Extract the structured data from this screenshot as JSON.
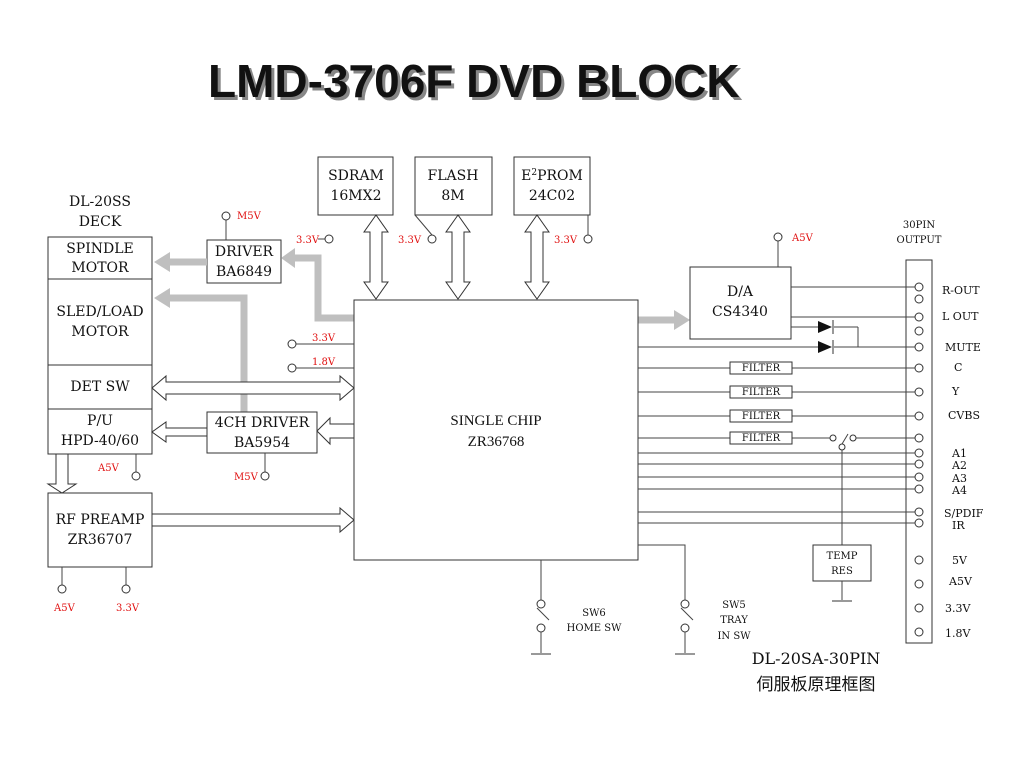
{
  "title": "LMD-3706F DVD BLOCK",
  "memory": {
    "sdram": [
      "SDRAM",
      "16MX2"
    ],
    "flash": [
      "FLASH",
      "8M"
    ],
    "eeprom_e": "E",
    "eeprom_sup": "2",
    "eeprom_rest": "PROM",
    "eeprom_model": "24C02"
  },
  "deck": {
    "label": [
      "DL-20SS",
      "DECK"
    ],
    "spindle": [
      "SPINDLE",
      "MOTOR"
    ],
    "sled": [
      "SLED/LOAD",
      "MOTOR"
    ],
    "det": "DET SW",
    "pu": [
      "P/U",
      "HPD-40/60"
    ],
    "rf": [
      "RF PREAMP",
      "ZR36707"
    ]
  },
  "drivers": {
    "driver": [
      "DRIVER",
      "BA6849"
    ],
    "ch4": [
      "4CH DRIVER",
      "BA5954"
    ]
  },
  "chip": [
    "SINGLE CHIP",
    "ZR36768"
  ],
  "da": [
    "D/A",
    "CS4340"
  ],
  "filter": "FILTER",
  "temp": [
    "TEMP",
    "RES"
  ],
  "power": {
    "m5v": "M5V",
    "v33": "3.3V",
    "v18": "1.8V",
    "a5v": "A5V"
  },
  "connector": {
    "title": [
      "30PIN",
      "OUTPUT"
    ],
    "pins": [
      "R-OUT",
      "L OUT",
      "MUTE",
      "C",
      "Y",
      "CVBS",
      "A1",
      "A2",
      "A3",
      "A4",
      "S/PDIF",
      "IR",
      "5V",
      "A5V",
      "3.3V",
      "1.8V"
    ]
  },
  "switches": {
    "sw6": [
      "SW6",
      "HOME SW"
    ],
    "sw5": [
      "SW5",
      "TRAY",
      "IN SW"
    ]
  },
  "footer": {
    "line1": "DL-20SA-30PIN",
    "line2": "伺服板原理框图"
  }
}
